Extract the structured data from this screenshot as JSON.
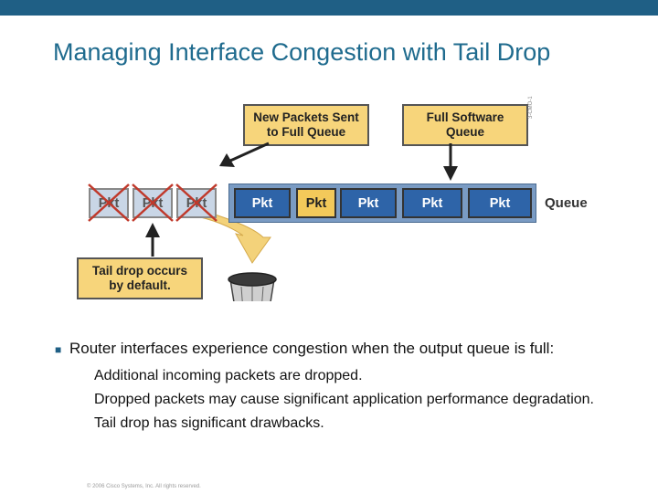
{
  "slide": {
    "title": "Managing Interface Congestion with Tail Drop",
    "footer": "© 2006 Cisco Systems, Inc. All rights reserved."
  },
  "diagram": {
    "callouts": {
      "new_packets_line1": "New Packets Sent",
      "new_packets_line2": "to Full Queue",
      "software_queue_line1": "Full Software",
      "software_queue_line2": "Queue",
      "tail_drop_line1": "Tail drop occurs",
      "tail_drop_line2": "by default."
    },
    "queue_label": "Queue",
    "figure_id": "3-CMO-1",
    "dropped_packets": [
      "Pkt",
      "Pkt",
      "Pkt"
    ],
    "queued_packets": [
      {
        "label": "Pkt",
        "color": "blue"
      },
      {
        "label": "Pkt",
        "color": "yellow"
      },
      {
        "label": "Pkt",
        "color": "blue"
      },
      {
        "label": "Pkt",
        "color": "blue"
      },
      {
        "label": "Pkt",
        "color": "blue"
      }
    ],
    "colors": {
      "callout_fill": "#f7d57b",
      "queue_bar": "#7a9bc3",
      "packet_blue": "#2e64a8",
      "packet_yellow": "#f3c95a",
      "drop_cross": "#c0392b",
      "title": "#1f6b8e"
    }
  },
  "bullets": [
    {
      "text": "Router interfaces experience congestion when the output queue is full:",
      "sub_items": [
        "Additional incoming packets are dropped.",
        "Dropped packets may cause significant application performance degradation.",
        "Tail drop has significant drawbacks."
      ]
    }
  ]
}
